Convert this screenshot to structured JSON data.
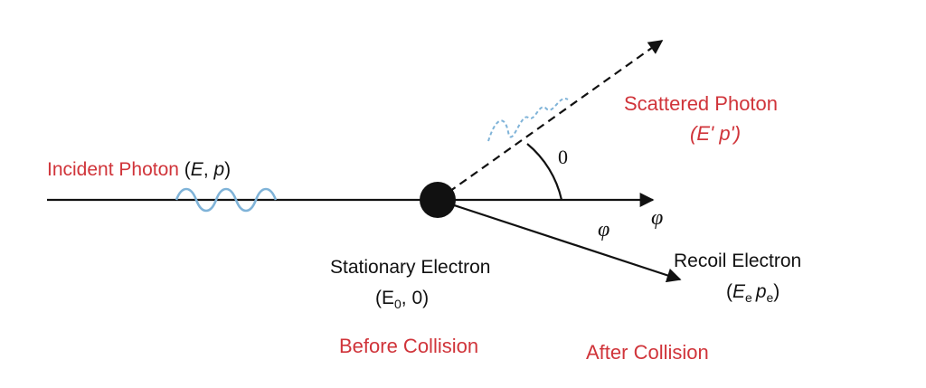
{
  "incident": {
    "label": "Incident Photon",
    "open": "(",
    "e": "E",
    "comma": ", ",
    "p": "p",
    "close": ")"
  },
  "scattered": {
    "label": "Scattered Photon",
    "sub": "(E' p')"
  },
  "electron": {
    "label": "Stationary Electron",
    "open": "(E",
    "sub0": "0",
    "close": ", 0)"
  },
  "recoil": {
    "label": "Recoil Electron",
    "open": "(",
    "e": "E",
    "sub_e1": "e",
    "p": "p",
    "sub_e2": "e",
    "close": ")"
  },
  "angles": {
    "theta": "0",
    "phi_axis": "φ",
    "phi": "φ"
  },
  "captions": {
    "before": "Before Collision",
    "after": "After Collision"
  },
  "colors": {
    "label_red": "#d0343a",
    "wave_blue": "#7fb3d8",
    "ink": "#111111"
  }
}
